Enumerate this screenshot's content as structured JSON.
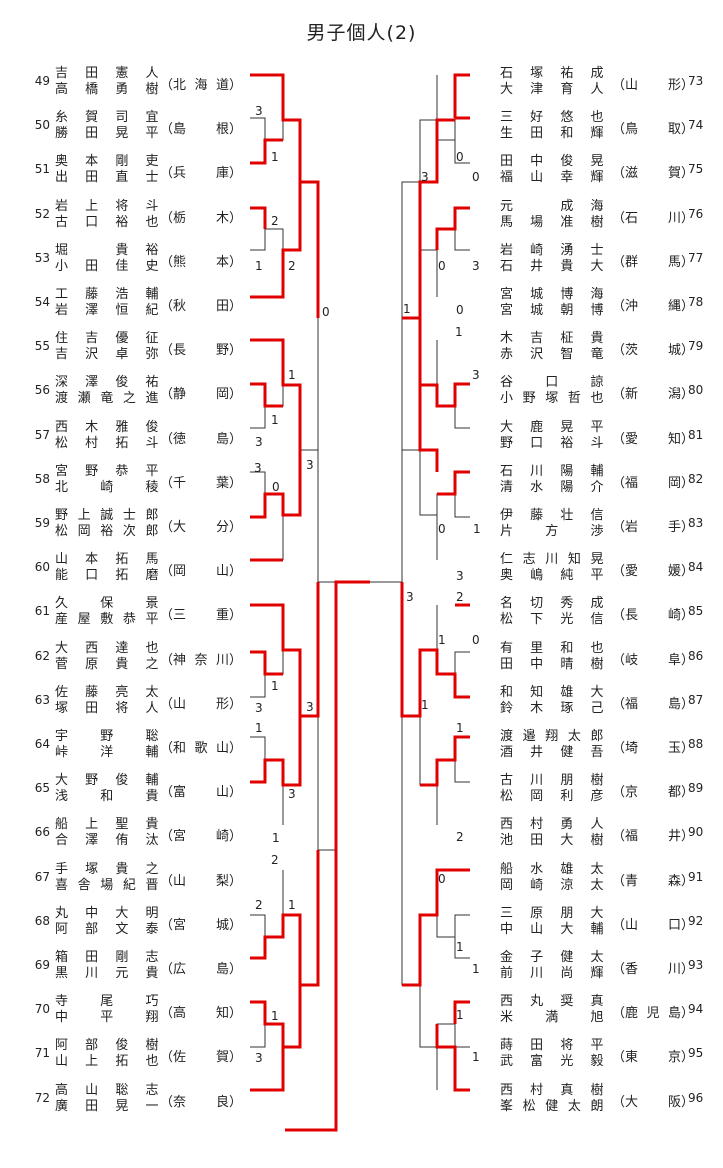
{
  "title": "男子個人(2)",
  "left_entries": [
    {
      "seed": "49",
      "names": [
        "吉田憲人",
        "高橋勇樹"
      ],
      "pref": "北海道"
    },
    {
      "seed": "50",
      "names": [
        "糸賀司宜",
        "勝田晃平"
      ],
      "pref": "島根"
    },
    {
      "seed": "51",
      "names": [
        "奥本剛吏",
        "出田直士"
      ],
      "pref": "兵庫"
    },
    {
      "seed": "52",
      "names": [
        "岩上将斗",
        "古口裕也"
      ],
      "pref": "栃木"
    },
    {
      "seed": "53",
      "names": [
        "堀　貴裕",
        "小田佳史"
      ],
      "pref": "熊本"
    },
    {
      "seed": "54",
      "names": [
        "工藤浩輔",
        "岩澤恒紀"
      ],
      "pref": "秋田"
    },
    {
      "seed": "55",
      "names": [
        "住吉優征",
        "吉沢卓弥"
      ],
      "pref": "長野"
    },
    {
      "seed": "56",
      "names": [
        "深澤俊祐",
        "渡瀬竜之進"
      ],
      "pref": "静岡"
    },
    {
      "seed": "57",
      "names": [
        "西木雅俊",
        "松村拓斗"
      ],
      "pref": "徳島"
    },
    {
      "seed": "58",
      "names": [
        "宮野恭平",
        "北崎稜"
      ],
      "pref": "千葉"
    },
    {
      "seed": "59",
      "names": [
        "野上誠士郎",
        "松岡裕次郎"
      ],
      "pref": "大分"
    },
    {
      "seed": "60",
      "names": [
        "山本拓馬",
        "能口拓磨"
      ],
      "pref": "岡山"
    },
    {
      "seed": "61",
      "names": [
        "久保景",
        "産屋敷恭平"
      ],
      "pref": "三重"
    },
    {
      "seed": "62",
      "names": [
        "大西達也",
        "菅原貴之"
      ],
      "pref": "神奈川"
    },
    {
      "seed": "63",
      "names": [
        "佐藤亮太",
        "塚田将人"
      ],
      "pref": "山形"
    },
    {
      "seed": "64",
      "names": [
        "宇野聡",
        "峠洋輔"
      ],
      "pref": "和歌山"
    },
    {
      "seed": "65",
      "names": [
        "大野俊輔",
        "浅和貴"
      ],
      "pref": "富山"
    },
    {
      "seed": "66",
      "names": [
        "船上聖貴",
        "合澤侑汰"
      ],
      "pref": "宮崎"
    },
    {
      "seed": "67",
      "names": [
        "手塚貴之",
        "喜舎場紀晋"
      ],
      "pref": "山梨"
    },
    {
      "seed": "68",
      "names": [
        "丸中大明",
        "阿部文泰"
      ],
      "pref": "宮城"
    },
    {
      "seed": "69",
      "names": [
        "箱田剛志",
        "黒川元貴"
      ],
      "pref": "広島"
    },
    {
      "seed": "70",
      "names": [
        "寺尾巧",
        "中平翔"
      ],
      "pref": "高知"
    },
    {
      "seed": "71",
      "names": [
        "阿部俊樹",
        "山上拓也"
      ],
      "pref": "佐賀"
    },
    {
      "seed": "72",
      "names": [
        "高山聡志",
        "廣田晃一"
      ],
      "pref": "奈良"
    }
  ],
  "right_entries": [
    {
      "seed": "73",
      "names": [
        "石塚祐成",
        "大津育人"
      ],
      "pref": "山形"
    },
    {
      "seed": "74",
      "names": [
        "三好悠也",
        "生田和輝"
      ],
      "pref": "鳥取"
    },
    {
      "seed": "75",
      "names": [
        "田中俊晃",
        "福山幸輝"
      ],
      "pref": "滋賀"
    },
    {
      "seed": "76",
      "names": [
        "元　成海",
        "馬場准樹"
      ],
      "pref": "石川"
    },
    {
      "seed": "77",
      "names": [
        "岩崎湧士",
        "石井貴大"
      ],
      "pref": "群馬"
    },
    {
      "seed": "78",
      "names": [
        "宮城博海",
        "宮城朝博"
      ],
      "pref": "沖縄"
    },
    {
      "seed": "79",
      "names": [
        "木吉柾貴",
        "赤沢智竜"
      ],
      "pref": "茨城"
    },
    {
      "seed": "80",
      "names": [
        "谷　口　諒",
        "小野塚哲也"
      ],
      "pref": "新潟"
    },
    {
      "seed": "81",
      "names": [
        "大鹿晃平",
        "野口裕斗"
      ],
      "pref": "愛知"
    },
    {
      "seed": "82",
      "names": [
        "石川陽輔",
        "清水陽介"
      ],
      "pref": "福岡"
    },
    {
      "seed": "83",
      "names": [
        "伊藤壮信",
        "片方渉"
      ],
      "pref": "岩手"
    },
    {
      "seed": "84",
      "names": [
        "仁志川知晃",
        "奥嶋純平"
      ],
      "pref": "愛媛"
    },
    {
      "seed": "85",
      "names": [
        "名切秀成",
        "松下光信"
      ],
      "pref": "長崎"
    },
    {
      "seed": "86",
      "names": [
        "有里和也",
        "田中晴樹"
      ],
      "pref": "岐阜"
    },
    {
      "seed": "87",
      "names": [
        "和知雄大",
        "鈴木琢己"
      ],
      "pref": "福島"
    },
    {
      "seed": "88",
      "names": [
        "渡邉翔太郎",
        "酒井健吾"
      ],
      "pref": "埼玉"
    },
    {
      "seed": "89",
      "names": [
        "古川朋樹",
        "松岡利彦"
      ],
      "pref": "京都"
    },
    {
      "seed": "90",
      "names": [
        "西村勇人",
        "池田大樹"
      ],
      "pref": "福井"
    },
    {
      "seed": "91",
      "names": [
        "船水雄太",
        "岡崎涼太"
      ],
      "pref": "青森"
    },
    {
      "seed": "92",
      "names": [
        "三原朋大",
        "中山大輔"
      ],
      "pref": "山口"
    },
    {
      "seed": "93",
      "names": [
        "金子健太",
        "前川尚輝"
      ],
      "pref": "香川"
    },
    {
      "seed": "94",
      "names": [
        "西丸奨真",
        "米満旭"
      ],
      "pref": "鹿児島"
    },
    {
      "seed": "95",
      "names": [
        "蒔田将平",
        "武富光毅"
      ],
      "pref": "東京"
    },
    {
      "seed": "96",
      "names": [
        "西村真樹",
        "峯松健太朗"
      ],
      "pref": "大阪"
    }
  ],
  "scores": [
    {
      "t": "3",
      "k": "s1"
    },
    {
      "t": "1",
      "k": "s2"
    },
    {
      "t": "2",
      "k": "s3"
    },
    {
      "t": "1",
      "k": "s4"
    },
    {
      "t": "2",
      "k": "s5"
    },
    {
      "t": "0",
      "k": "s6"
    },
    {
      "t": "1",
      "k": "s7"
    },
    {
      "t": "1",
      "k": "s8"
    },
    {
      "t": "3",
      "k": "s9"
    },
    {
      "t": "3",
      "k": "s10"
    },
    {
      "t": "0",
      "k": "s11"
    },
    {
      "t": "3",
      "k": "s12"
    },
    {
      "t": "1",
      "k": "s13"
    },
    {
      "t": "3",
      "k": "s14"
    },
    {
      "t": "3",
      "k": "s15"
    },
    {
      "t": "1",
      "k": "s16"
    },
    {
      "t": "3",
      "k": "s17"
    },
    {
      "t": "1",
      "k": "s18"
    },
    {
      "t": "2",
      "k": "s19"
    },
    {
      "t": "2",
      "k": "s20"
    },
    {
      "t": "1",
      "k": "s21"
    },
    {
      "t": "1",
      "k": "s22"
    },
    {
      "t": "3",
      "k": "s23"
    },
    {
      "t": "3",
      "k": "r1"
    },
    {
      "t": "0",
      "k": "r2"
    },
    {
      "t": "0",
      "k": "r3"
    },
    {
      "t": "0",
      "k": "r4"
    },
    {
      "t": "3",
      "k": "r5"
    },
    {
      "t": "0",
      "k": "r6"
    },
    {
      "t": "1",
      "k": "r7"
    },
    {
      "t": "1",
      "k": "r8"
    },
    {
      "t": "3",
      "k": "r9"
    },
    {
      "t": "0",
      "k": "r10"
    },
    {
      "t": "1",
      "k": "r11"
    },
    {
      "t": "3",
      "k": "r12"
    },
    {
      "t": "3",
      "k": "r13"
    },
    {
      "t": "2",
      "k": "r14"
    },
    {
      "t": "1",
      "k": "r15"
    },
    {
      "t": "0",
      "k": "r16"
    },
    {
      "t": "1",
      "k": "r17"
    },
    {
      "t": "1",
      "k": "r18"
    },
    {
      "t": "2",
      "k": "r19"
    },
    {
      "t": "0",
      "k": "r20"
    },
    {
      "t": "1",
      "k": "r21"
    },
    {
      "t": "1",
      "k": "r22"
    },
    {
      "t": "1",
      "k": "r23"
    },
    {
      "t": "1",
      "k": "r24"
    }
  ],
  "colors": {
    "winner_line": "#e00000",
    "line": "#333333",
    "text": "#222222"
  }
}
